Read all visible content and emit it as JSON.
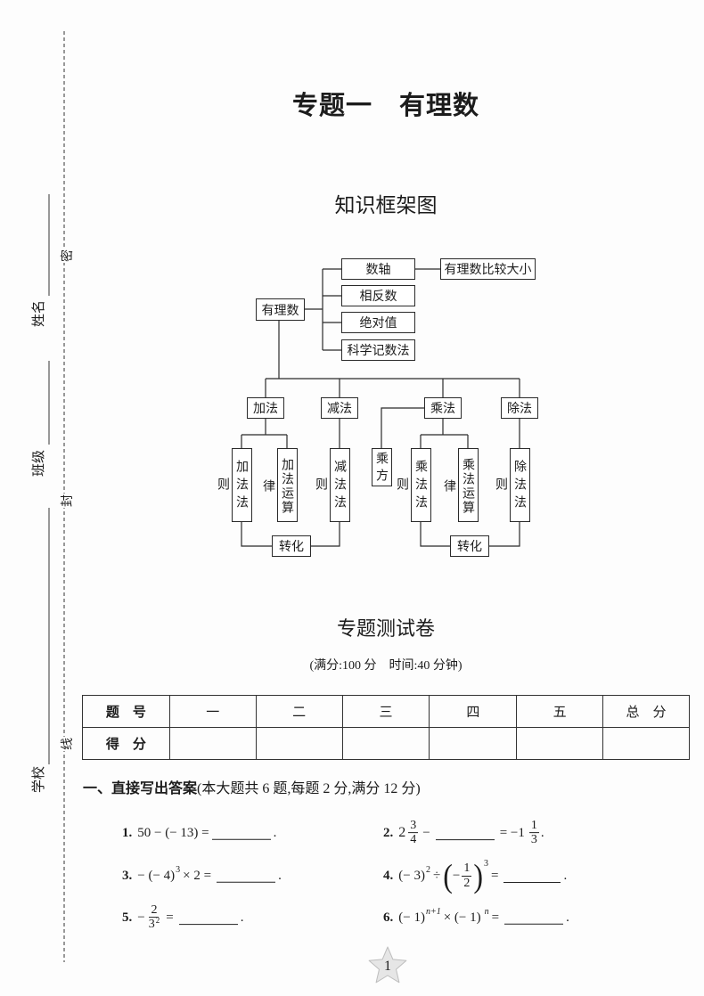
{
  "page_title": "专题一　有理数",
  "framework": {
    "heading": "知识框架图",
    "root": "有理数",
    "branches": {
      "number_line": "数轴",
      "opposite": "相反数",
      "absolute": "绝对值",
      "sci_notation": "科学记数法",
      "compare": "有理数比较大小"
    },
    "operations": {
      "add": "加法",
      "sub": "减法",
      "mul": "乘法",
      "div": "除法"
    },
    "rules": {
      "add_rule": "加法法则",
      "add_law": "加法运算律",
      "sub_rule": "减法法则",
      "power": "乘方",
      "mul_rule": "乘法法则",
      "mul_law": "乘法运算律",
      "div_rule": "除法法则"
    },
    "convert": [
      "转化",
      "转化"
    ]
  },
  "test": {
    "heading": "专题测试卷",
    "info": "(满分:100 分　时间:40 分钟)"
  },
  "score_table": {
    "header_label": "题　号",
    "score_label": "得　分",
    "columns": [
      "一",
      "二",
      "三",
      "四",
      "五",
      "总　分"
    ]
  },
  "section1": {
    "title": "一、直接写出答案",
    "note": "(本大题共 6 题,每题 2 分,满分 12 分)",
    "q1": {
      "num": "1.",
      "expr": "50 − (− 13) =",
      "end": "."
    },
    "q2": {
      "num": "2.",
      "whole": "2",
      "n1": "3",
      "d1": "4",
      "mid": "−",
      "eq": "= −1",
      "n2": "1",
      "d2": "3",
      "end": "."
    },
    "q3": {
      "num": "3.",
      "base": "− (− 4)",
      "exp": "3",
      "rest": "× 2 =",
      "end": "."
    },
    "q4": {
      "num": "4.",
      "base": "(− 3)",
      "exp1": "2",
      "div": "÷",
      "lp": "(",
      "neg": "−",
      "n": "1",
      "d": "2",
      "rp": ")",
      "exp2": "3",
      "eq": "=",
      "end": "."
    },
    "q5": {
      "num": "5.",
      "neg": "−",
      "n": "2",
      "d": "3",
      "d_exp": "2",
      "eq": "=",
      "end": "."
    },
    "q6": {
      "num": "6.",
      "base1": "(− 1)",
      "exp1": "n+1",
      "mid": "× (− 1)",
      "exp2": "n",
      "eq": "=",
      "end": "."
    }
  },
  "margin": {
    "name": "姓名",
    "class": "班级",
    "school": "学校",
    "seal": [
      "密",
      "封",
      "线"
    ]
  },
  "page_number": "1"
}
